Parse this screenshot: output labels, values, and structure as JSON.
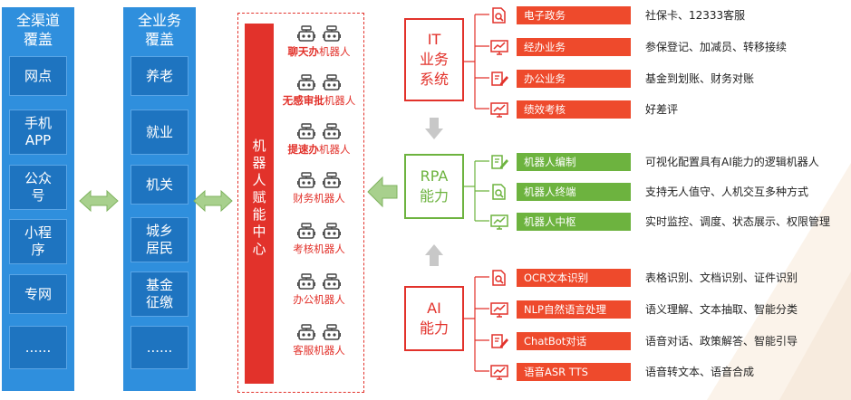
{
  "channels": {
    "title": "全渠道\n覆盖",
    "items": [
      "网点",
      "手机\nAPP",
      "公众\n号",
      "小程\n序",
      "专网",
      "......"
    ]
  },
  "business": {
    "title": "全业务\n覆盖",
    "items": [
      "养老",
      "就业",
      "机关",
      "城乡\n居民",
      "基金\n征缴",
      "......"
    ]
  },
  "center": {
    "title": [
      "机",
      "器",
      "人",
      "赋",
      "能",
      "中",
      "心"
    ],
    "bots": [
      {
        "bold": "聊天办",
        "rest": "机器人"
      },
      {
        "bold": "无感审批",
        "rest": "机器人"
      },
      {
        "bold": "提速办",
        "rest": "机器人"
      },
      {
        "bold": "",
        "rest": "财务机器人"
      },
      {
        "bold": "",
        "rest": "考核机器人"
      },
      {
        "bold": "",
        "rest": "办公机器人"
      },
      {
        "bold": "",
        "rest": "客服机器人"
      }
    ]
  },
  "it": {
    "title": "IT\n业务\n系统",
    "items": [
      {
        "label": "电子政务",
        "desc": "社保卡、12333客服",
        "icon": "search-doc-icon"
      },
      {
        "label": "经办业务",
        "desc": "参保登记、加减员、转移接续",
        "icon": "monitor-chart-icon"
      },
      {
        "label": "办公业务",
        "desc": "基金到划账、财务对账",
        "icon": "edit-doc-icon"
      },
      {
        "label": "绩效考核",
        "desc": "好差评",
        "icon": "monitor-chart-icon"
      }
    ]
  },
  "rpa": {
    "title": "RPA\n能力",
    "items": [
      {
        "label": "机器人编制",
        "desc": "可视化配置具有AI能力的逻辑机器人",
        "icon": "edit-doc-icon"
      },
      {
        "label": "机器人终端",
        "desc": "支持无人值守、人机交互多种方式",
        "icon": "search-doc-icon"
      },
      {
        "label": "机器人中枢",
        "desc": "实时监控、调度、状态展示、权限管理",
        "icon": "monitor-chart-icon"
      }
    ]
  },
  "ai": {
    "title": "AI\n能力",
    "items": [
      {
        "label": "OCR文本识别",
        "desc": "表格识别、文档识别、证件识别",
        "icon": "search-doc-icon"
      },
      {
        "label": "NLP自然语言处理",
        "desc": "语义理解、文本抽取、智能分类",
        "icon": "monitor-chart-icon"
      },
      {
        "label": "ChatBot对话",
        "desc": "语音对话、政策解答、智能引导",
        "icon": "edit-doc-icon"
      },
      {
        "label": "语音ASR  TTS",
        "desc": "语音转文本、语音合成",
        "icon": "monitor-chart-icon"
      }
    ]
  },
  "colors": {
    "blue": "#2f8fdd",
    "blue_dark": "#1e74c0",
    "red": "#e2322b",
    "orange_red": "#ee4a2c",
    "green": "#6db33f",
    "arrow_green": "#a8d08d",
    "arrow_gray": "#c8c8c8"
  }
}
